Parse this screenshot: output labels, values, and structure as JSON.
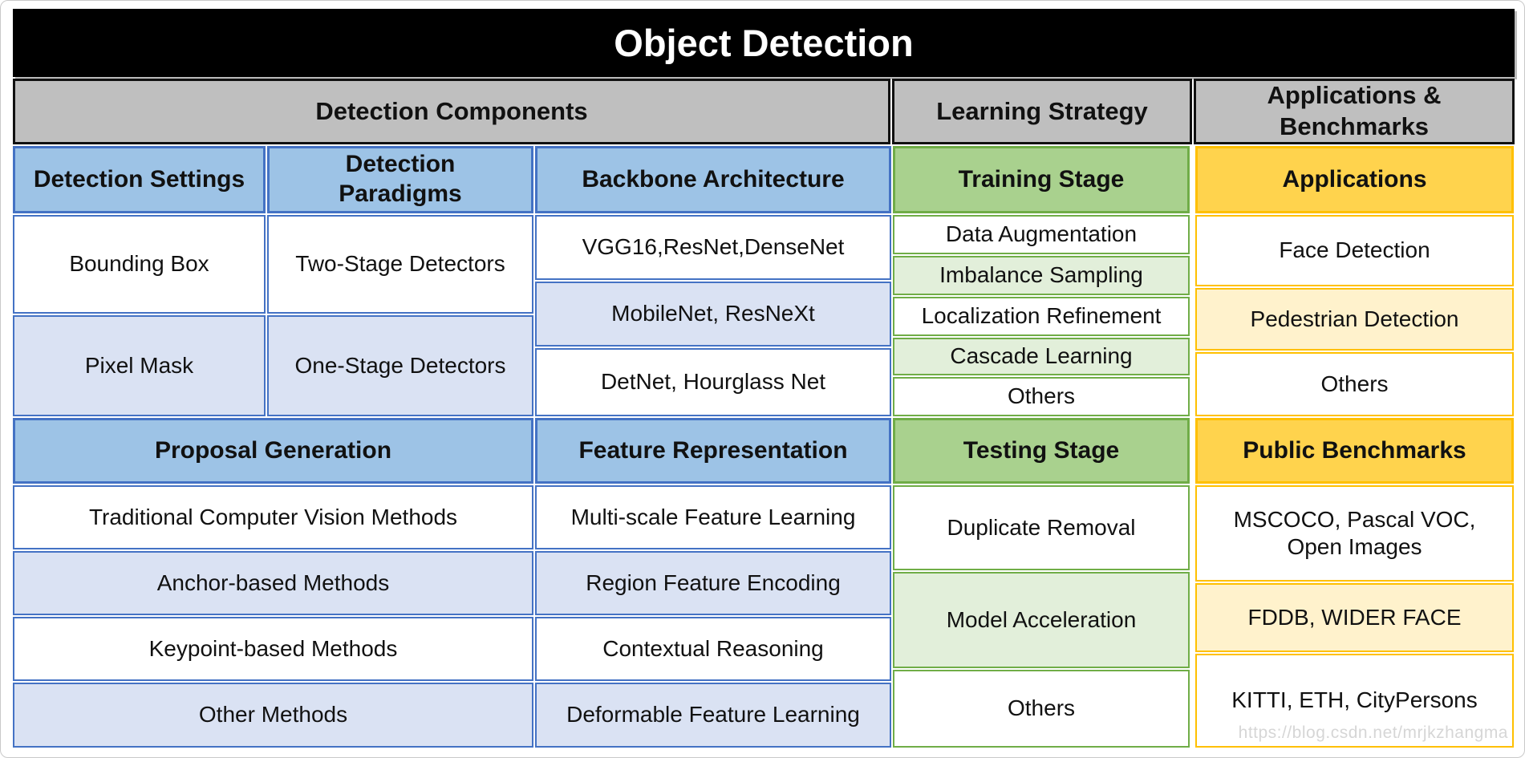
{
  "title": "Object Detection",
  "groups": {
    "detection_components": "Detection Components",
    "learning_strategy": "Learning Strategy",
    "applications_benchmarks": "Applications & Benchmarks"
  },
  "sections": {
    "detection_settings": {
      "header": "Detection Settings",
      "rows": [
        "Bounding Box",
        "Pixel Mask"
      ]
    },
    "detection_paradigms": {
      "header": "Detection Paradigms",
      "rows": [
        "Two-Stage Detectors",
        "One-Stage Detectors"
      ]
    },
    "backbone_architecture": {
      "header": "Backbone Architecture",
      "rows": [
        "VGG16,ResNet,DenseNet",
        "MobileNet, ResNeXt",
        "DetNet, Hourglass Net"
      ]
    },
    "proposal_generation": {
      "header": "Proposal Generation",
      "rows": [
        "Traditional Computer Vision Methods",
        "Anchor-based Methods",
        "Keypoint-based Methods",
        "Other Methods"
      ]
    },
    "feature_representation": {
      "header": "Feature Representation",
      "rows": [
        "Multi-scale Feature Learning",
        "Region Feature Encoding",
        "Contextual Reasoning",
        "Deformable Feature Learning"
      ]
    },
    "training_stage": {
      "header": "Training Stage",
      "rows": [
        "Data Augmentation",
        "Imbalance Sampling",
        "Localization Refinement",
        "Cascade Learning",
        "Others"
      ]
    },
    "testing_stage": {
      "header": "Testing Stage",
      "rows": [
        "Duplicate Removal",
        "Model Acceleration",
        "Others"
      ]
    },
    "applications": {
      "header": "Applications",
      "rows": [
        "Face Detection",
        "Pedestrian Detection",
        "Others"
      ]
    },
    "public_benchmarks": {
      "header": "Public Benchmarks",
      "rows": [
        "MSCOCO, Pascal VOC, Open Images",
        "FDDB, WIDER FACE",
        "KITTI, ETH, CityPersons"
      ]
    }
  },
  "watermark": "https://blog.csdn.net/mrjkzhangma",
  "palette": {
    "title_bg": "#000000",
    "title_text": "#FFFFFF",
    "group_header_bg": "#BFBFBF",
    "blue_header": "#9DC3E6",
    "blue_tint": "#DAE2F3",
    "blue_border": "#4472C4",
    "green_header": "#A9D18E",
    "green_tint": "#E2EFDA",
    "green_border": "#70AD47",
    "gold_header": "#FFD34D",
    "gold_tint": "#FFF2CC",
    "gold_border": "#FFC000",
    "text": "#111111"
  }
}
